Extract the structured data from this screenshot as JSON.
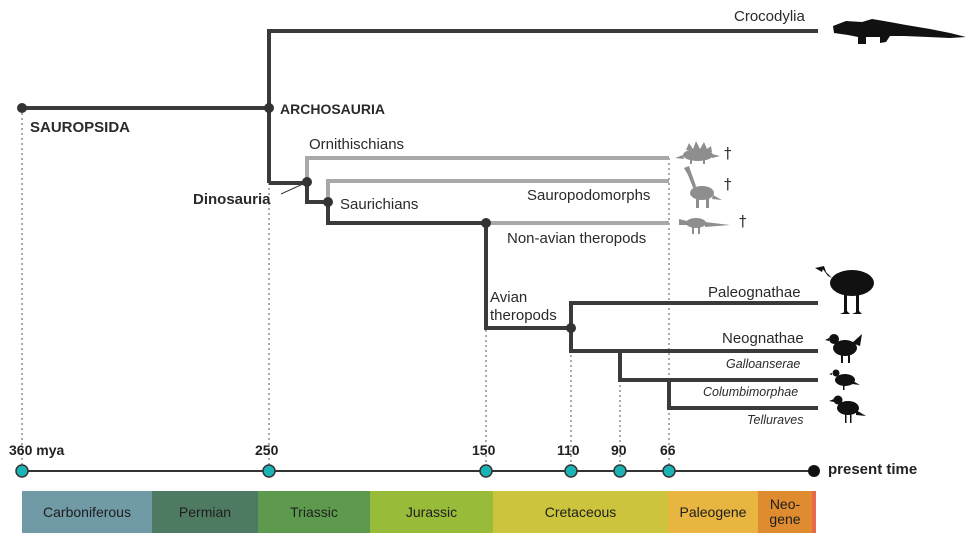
{
  "nodes": {
    "sauropsida": "SAUROPSIDA",
    "archosauria": "ARCHOSAURIA",
    "dinosauria": "Dinosauria",
    "saurichians": "Saurichians",
    "avian_theropods_line1": "Avian",
    "avian_theropods_line2": "theropods"
  },
  "taxa": {
    "crocodylia": "Crocodylia",
    "ornithischians": "Ornithischians",
    "sauropodomorphs": "Sauropodomorphs",
    "non_avian_theropods": "Non-avian theropods",
    "paleognathae": "Paleognathae",
    "neognathae": "Neognathae",
    "galloanserae": "Galloanserae",
    "columbimorphae": "Columbimorphae",
    "telluraves": "Telluraves"
  },
  "extinct_marker": "†",
  "timeline": {
    "ticks": [
      "360 mya",
      "250",
      "150",
      "110",
      "90",
      "66"
    ],
    "present": "present time",
    "tick_color": "#1bb3b3"
  },
  "periods": [
    {
      "name": "Carboniferous",
      "color": "#6f9aa6"
    },
    {
      "name": "Permian",
      "color": "#4f7a62"
    },
    {
      "name": "Triassic",
      "color": "#5e9a4e"
    },
    {
      "name": "Jurassic",
      "color": "#98bb3a"
    },
    {
      "name": "Cretaceous",
      "color": "#cbc43c"
    },
    {
      "name": "Paleogene",
      "color": "#e7b540"
    },
    {
      "name": "Neo-\ngene",
      "color": "#de8c2f"
    }
  ],
  "colors": {
    "living_branch": "#3a3a3a",
    "extinct_branch": "#a8a8a8",
    "silhouette_living": "#111111",
    "silhouette_extinct": "#8e8e8e"
  }
}
